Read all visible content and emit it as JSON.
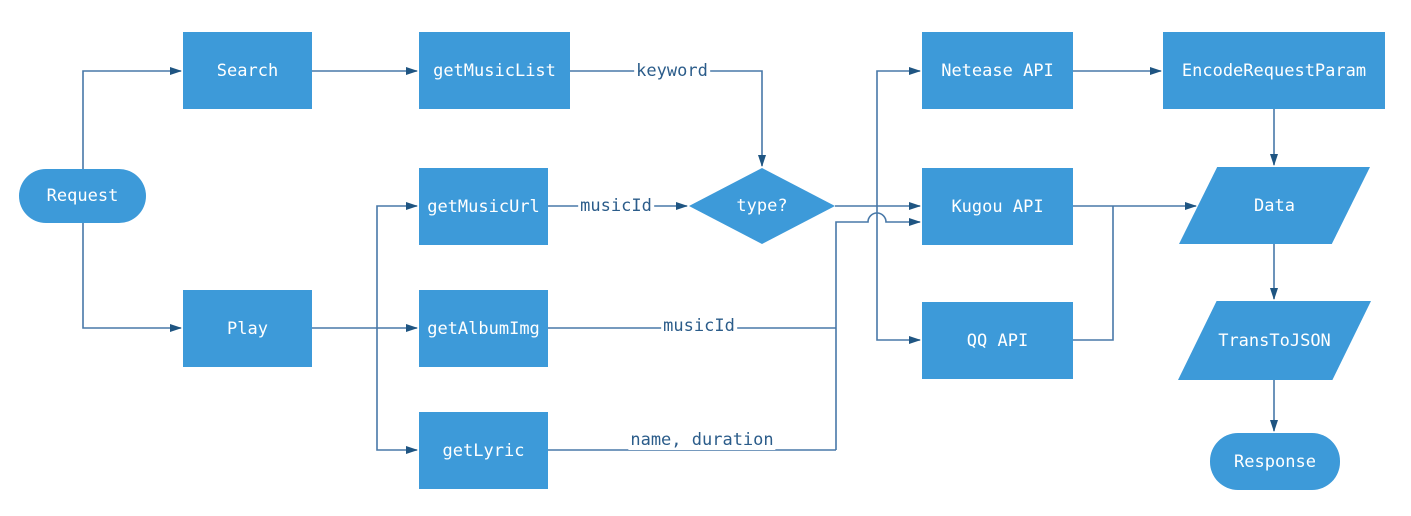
{
  "diagram": {
    "type": "flowchart",
    "colors": {
      "shape_fill": "#3D9AD9",
      "connector_line": "#4878A8",
      "arrowhead": "#1F5582",
      "shape_text": "#FFFFFF",
      "edge_label_text": "#2B5C8A",
      "background": "#FFFFFF"
    },
    "nodes": [
      {
        "id": "request",
        "label": "Request",
        "shape": "stadium"
      },
      {
        "id": "search",
        "label": "Search",
        "shape": "rectangle"
      },
      {
        "id": "get-music-list",
        "label": "getMusicList",
        "shape": "rectangle"
      },
      {
        "id": "get-music-url",
        "label": "getMusicUrl",
        "shape": "rectangle"
      },
      {
        "id": "play",
        "label": "Play",
        "shape": "rectangle"
      },
      {
        "id": "get-album-img",
        "label": "getAlbumImg",
        "shape": "rectangle"
      },
      {
        "id": "get-lyric",
        "label": "getLyric",
        "shape": "rectangle"
      },
      {
        "id": "type-decision",
        "label": "type?",
        "shape": "diamond"
      },
      {
        "id": "netease-api",
        "label": "Netease API",
        "shape": "rectangle"
      },
      {
        "id": "kugou-api",
        "label": "Kugou API",
        "shape": "rectangle"
      },
      {
        "id": "qq-api",
        "label": "QQ API",
        "shape": "rectangle"
      },
      {
        "id": "encode-request-param",
        "label": "EncodeRequestParam",
        "shape": "rectangle"
      },
      {
        "id": "data",
        "label": "Data",
        "shape": "parallelogram"
      },
      {
        "id": "trans-to-json",
        "label": "TransToJSON",
        "shape": "parallelogram"
      },
      {
        "id": "response",
        "label": "Response",
        "shape": "stadium"
      }
    ],
    "edge_labels": [
      {
        "text": "keyword"
      },
      {
        "text": "musicId"
      },
      {
        "text": "musicId"
      },
      {
        "text": "name, duration"
      }
    ],
    "edges": [
      {
        "from": "Request",
        "to": "Search"
      },
      {
        "from": "Request",
        "to": "Play"
      },
      {
        "from": "Search",
        "to": "getMusicList"
      },
      {
        "from": "getMusicList",
        "to": "type?",
        "label": "keyword"
      },
      {
        "from": "getMusicUrl",
        "to": "type?",
        "label": "musicId"
      },
      {
        "from": "Play",
        "to": "getMusicUrl"
      },
      {
        "from": "Play",
        "to": "getAlbumImg"
      },
      {
        "from": "Play",
        "to": "getLyric"
      },
      {
        "from": "type?",
        "to": "Netease API"
      },
      {
        "from": "type?",
        "to": "Kugou API"
      },
      {
        "from": "type?",
        "to": "QQ API"
      },
      {
        "from": "getAlbumImg",
        "to": "Kugou API",
        "label": "musicId"
      },
      {
        "from": "getLyric",
        "to": "Kugou API",
        "label": "name, duration"
      },
      {
        "from": "Netease API",
        "to": "EncodeRequestParam"
      },
      {
        "from": "EncodeRequestParam",
        "to": "Data"
      },
      {
        "from": "Kugou API",
        "to": "Data"
      },
      {
        "from": "QQ API",
        "to": "Data"
      },
      {
        "from": "Data",
        "to": "TransToJSON"
      },
      {
        "from": "TransToJSON",
        "to": "Response"
      }
    ]
  }
}
